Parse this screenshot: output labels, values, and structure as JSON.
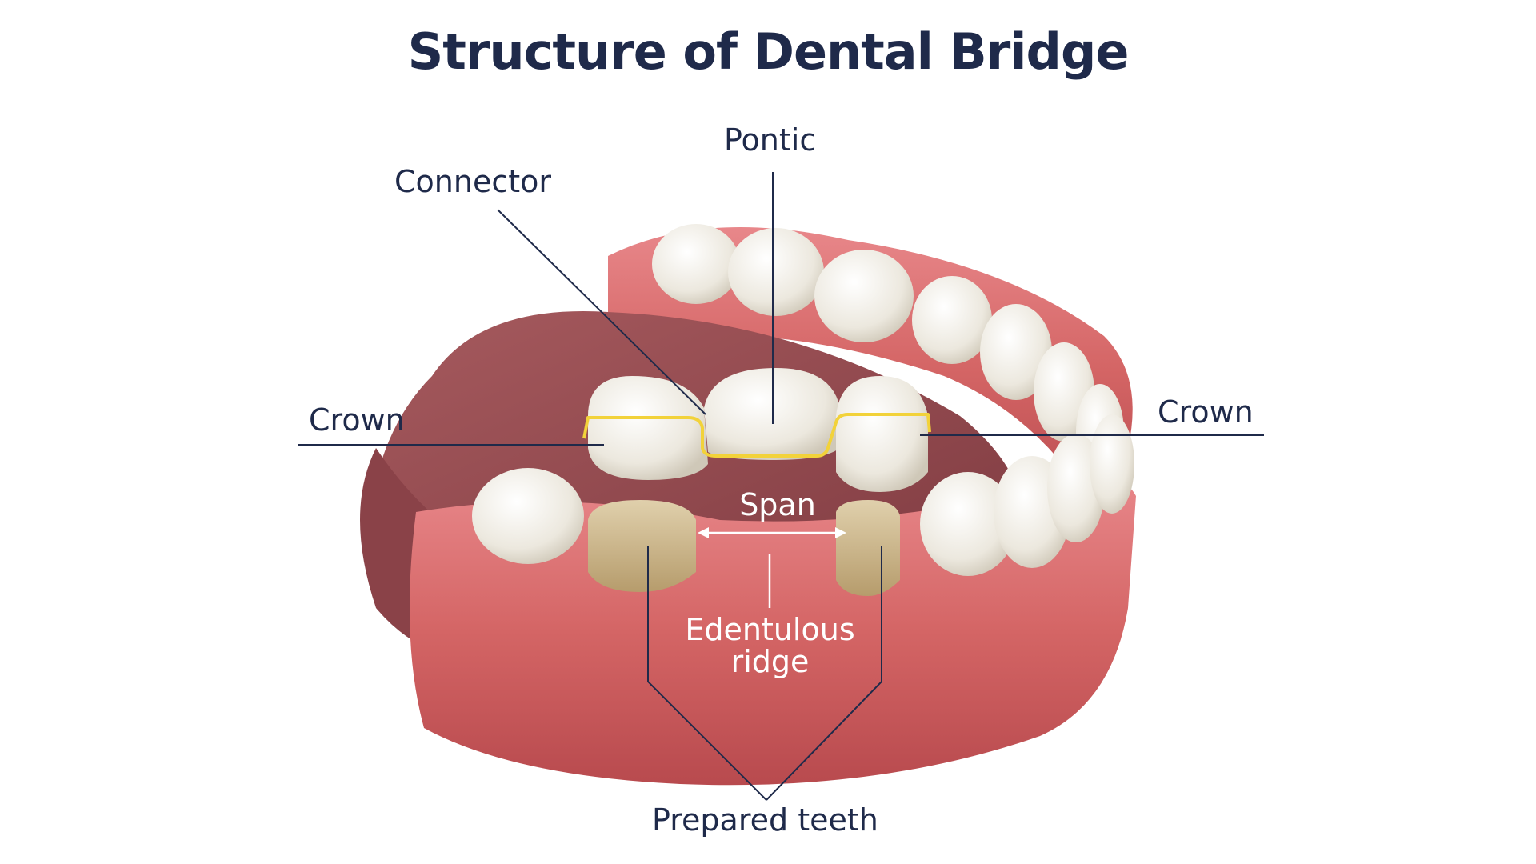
{
  "title": "Structure of Dental Bridge",
  "labels": {
    "pontic": "Pontic",
    "connector": "Connector",
    "crown_left": "Crown",
    "crown_right": "Crown",
    "span": "Span",
    "edentulous_line1": "Edentulous",
    "edentulous_line2": "ridge",
    "prepared": "Prepared teeth"
  },
  "colors": {
    "title": "#1f2a4a",
    "leader_lines": "#1f2a4a",
    "bridge_outline": "#f2d23a",
    "gum": "#d86a6a",
    "tooth": "#f4f1ea",
    "prepared_tooth": "#c9b48a"
  }
}
